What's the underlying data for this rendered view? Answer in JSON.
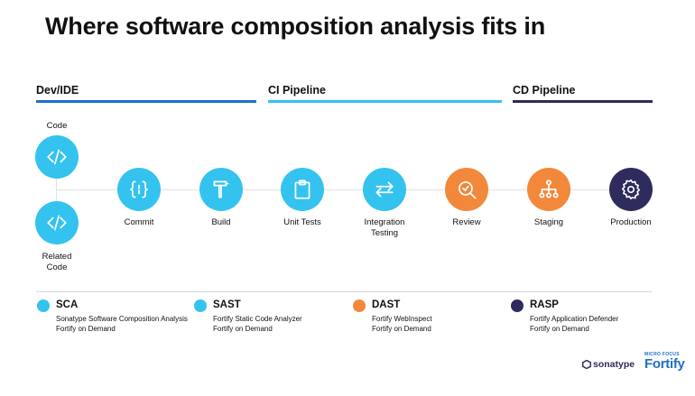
{
  "title": "Where software composition analysis fits in",
  "colors": {
    "blue": "#1F6FC5",
    "cyan": "#34C3EE",
    "orange": "#F2883A",
    "navy": "#2E2C5C"
  },
  "phases": [
    {
      "label": "Dev/IDE",
      "color": "#1F6FC5"
    },
    {
      "label": "CI Pipeline",
      "color": "#34C3EE"
    },
    {
      "label": "CD Pipeline",
      "color": "#2E2C5C"
    }
  ],
  "stages": {
    "code": {
      "label": "Code",
      "icon": "code-icon"
    },
    "related": {
      "label": "Related\nCode",
      "icon": "code-icon"
    },
    "commit": {
      "label": "Commit",
      "icon": "braces-icon"
    },
    "build": {
      "label": "Build",
      "icon": "hammer-icon"
    },
    "unit_tests": {
      "label": "Unit Tests",
      "icon": "clipboard-icon"
    },
    "integration": {
      "label": "Integration\nTesting",
      "icon": "arrows-icon"
    },
    "review": {
      "label": "Review",
      "icon": "magnifier-icon"
    },
    "staging": {
      "label": "Staging",
      "icon": "hierarchy-icon"
    },
    "production": {
      "label": "Production",
      "icon": "gear-icon"
    }
  },
  "legend": [
    {
      "title": "SCA",
      "lines": [
        "Sonatype Software Composition Analysis",
        "Fortify on Demand"
      ],
      "color": "#34C3EE"
    },
    {
      "title": "SAST",
      "lines": [
        "Fortify Static Code Analyzer",
        "Fortify on Demand"
      ],
      "color": "#34C3EE"
    },
    {
      "title": "DAST",
      "lines": [
        "Fortify WebInspect",
        "Fortify on Demand"
      ],
      "color": "#F2883A"
    },
    {
      "title": "RASP",
      "lines": [
        "Fortify Application Defender",
        "Fortify on Demand"
      ],
      "color": "#2E2C5C"
    }
  ],
  "logos": {
    "sonatype": "sonatype",
    "micro_focus": "MICRO FOCUS",
    "fortify": "Fortify"
  }
}
